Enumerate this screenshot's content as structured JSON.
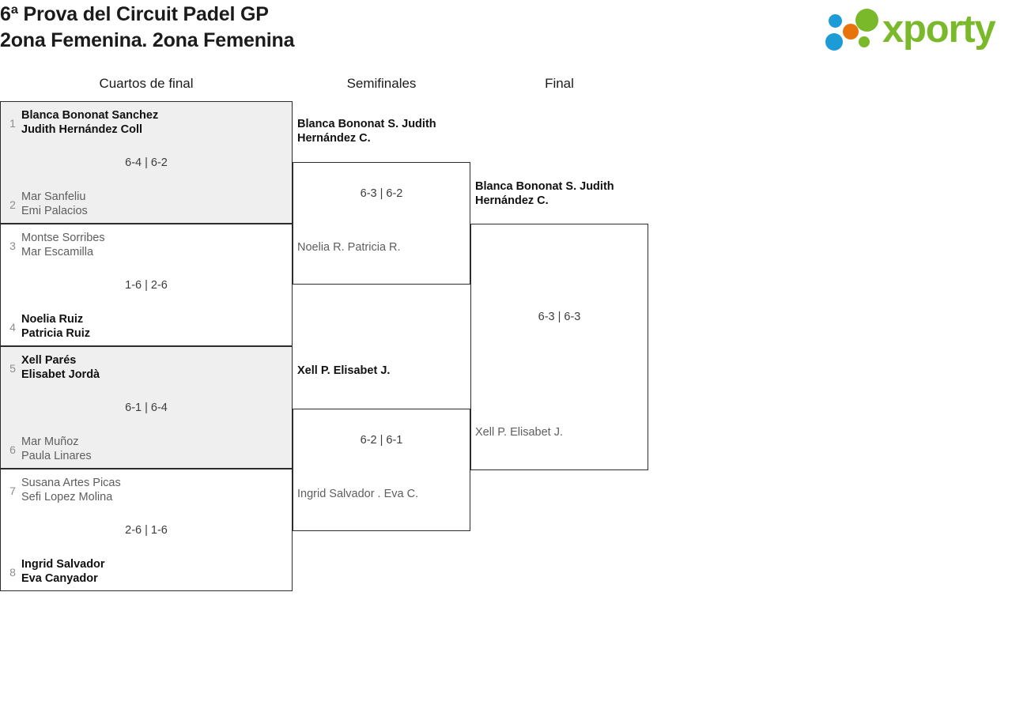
{
  "header": {
    "title_line1": "6ª Prova del Circuit Padel GP",
    "title_line2": "2ona Femenina. 2ona Femenina",
    "logo_word": "xporty",
    "logo_colors": {
      "green": "#7ab929",
      "blue": "#1d9bd7",
      "orange": "#e8730d"
    }
  },
  "rounds": [
    {
      "name": "Cuartos de final"
    },
    {
      "name": "Semifinales"
    },
    {
      "name": "Final"
    }
  ],
  "round1": {
    "matches": [
      {
        "score": "6-4 | 6-2",
        "top": {
          "seed": "1",
          "p1": "Blanca Bononat Sanchez",
          "p2": "Judith Hernández Coll",
          "winner": true
        },
        "bottom": {
          "seed": "2",
          "p1": "Mar Sanfeliu",
          "p2": "Emi Palacios",
          "winner": false
        }
      },
      {
        "score": "1-6 | 2-6",
        "top": {
          "seed": "3",
          "p1": "Montse Sorribes",
          "p2": "Mar Escamilla",
          "winner": false
        },
        "bottom": {
          "seed": "4",
          "p1": "Noelia Ruiz",
          "p2": "Patricia Ruiz",
          "winner": true
        }
      },
      {
        "score": "6-1 | 6-4",
        "top": {
          "seed": "5",
          "p1": "Xell Parés",
          "p2": "Elisabet Jordà",
          "winner": true
        },
        "bottom": {
          "seed": "6",
          "p1": "Mar Muñoz",
          "p2": "Paula Linares",
          "winner": false
        }
      },
      {
        "score": "2-6 | 1-6",
        "top": {
          "seed": "7",
          "p1": "Susana Artes Picas",
          "p2": "Sefi Lopez Molina",
          "winner": false
        },
        "bottom": {
          "seed": "8",
          "p1": "Ingrid Salvador",
          "p2": "Eva Canyador",
          "winner": true
        }
      }
    ]
  },
  "round2": {
    "matches": [
      {
        "score": "6-3 | 6-2",
        "top": {
          "p1": "Blanca Bononat S.",
          "p2": "Judith Hernández C.",
          "winner": true
        },
        "bottom": {
          "p1": "Noelia R.",
          "p2": "Patricia R.",
          "winner": false
        }
      },
      {
        "score": "6-2 | 6-1",
        "top": {
          "p1": "Xell P.",
          "p2": "Elisabet J.",
          "winner": true
        },
        "bottom": {
          "p1": "Ingrid Salvador .",
          "p2": "Eva C.",
          "winner": false
        }
      }
    ]
  },
  "round3": {
    "matches": [
      {
        "score": "6-3 | 6-3",
        "top": {
          "p1": "Blanca Bononat S.",
          "p2": "Judith Hernández C.",
          "winner": true
        },
        "bottom": {
          "p1": "Xell P.",
          "p2": "Elisabet J.",
          "winner": false
        }
      }
    ]
  }
}
